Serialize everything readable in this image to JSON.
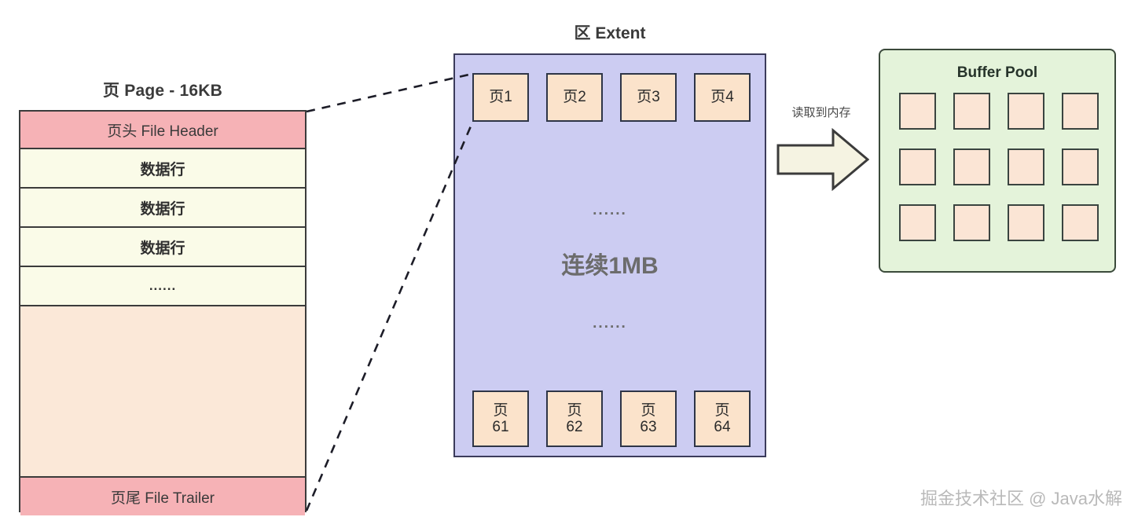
{
  "page": {
    "title": "页 Page - 16KB",
    "rows": [
      {
        "label": "页头 File Header",
        "kind": "header"
      },
      {
        "label": "数据行",
        "kind": "data"
      },
      {
        "label": "数据行",
        "kind": "data"
      },
      {
        "label": "数据行",
        "kind": "data"
      },
      {
        "label": "......",
        "kind": "dots"
      },
      {
        "label": "",
        "kind": "free"
      },
      {
        "label": "页尾 File Trailer",
        "kind": "trailer"
      }
    ],
    "colors": {
      "header": "#f6b2b6",
      "data": "#fafbe8",
      "free": "#fbe8d8",
      "border": "#3b3b3b"
    }
  },
  "extent": {
    "title": "区 Extent",
    "middle_label": "连续1MB",
    "dots_top": "......",
    "dots_bottom": "......",
    "top_pages": [
      "页1",
      "页2",
      "页3",
      "页4"
    ],
    "bottom_pages": [
      {
        "line1": "页",
        "line2": "61"
      },
      {
        "line1": "页",
        "line2": "62"
      },
      {
        "line1": "页",
        "line2": "63"
      },
      {
        "line1": "页",
        "line2": "64"
      }
    ],
    "colors": {
      "fill": "#ccccf2",
      "border": "#3b3b5b",
      "page_fill": "#fbe3cb",
      "page_border": "#2e3547"
    }
  },
  "arrow": {
    "label": "读取到内存",
    "fill": "#f5f3e2",
    "stroke": "#3b3b3b"
  },
  "buffer_pool": {
    "title": "Buffer Pool",
    "cell_count": 12,
    "columns": 4,
    "rows": 3,
    "colors": {
      "fill": "#e4f3da",
      "border": "#3b4a3b",
      "cell_fill": "#fbe5d5",
      "cell_border": "#3a4440"
    }
  },
  "watermark": {
    "text": "掘金技术社区 @ Java水解",
    "color": "#b9b9b9"
  }
}
